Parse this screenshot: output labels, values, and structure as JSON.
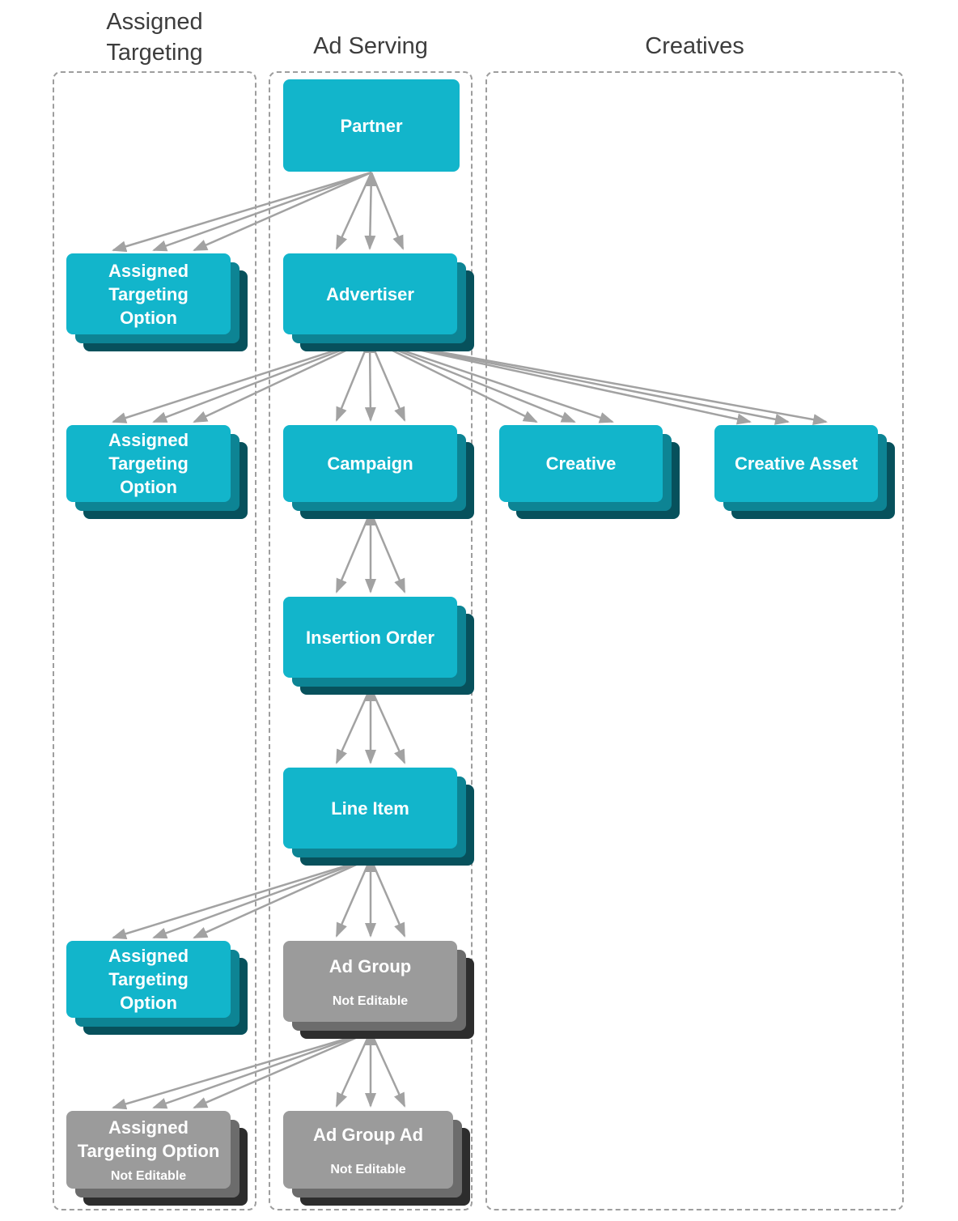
{
  "headers": {
    "assigned_targeting": "Assigned\nTargeting",
    "ad_serving": "Ad Serving",
    "creatives": "Creatives"
  },
  "nodes": {
    "partner": {
      "label": "Partner"
    },
    "ato_partner": {
      "label": "Assigned\nTargeting\nOption"
    },
    "advertiser": {
      "label": "Advertiser"
    },
    "ato_advertiser": {
      "label": "Assigned\nTargeting\nOption"
    },
    "campaign": {
      "label": "Campaign"
    },
    "creative": {
      "label": "Creative"
    },
    "creative_asset": {
      "label": "Creative Asset"
    },
    "insertion_order": {
      "label": "Insertion Order"
    },
    "line_item": {
      "label": "Line Item"
    },
    "ato_line_item": {
      "label": "Assigned\nTargeting\nOption"
    },
    "ad_group": {
      "label": "Ad Group",
      "sublabel": "Not Editable"
    },
    "ato_ad_group": {
      "label": "Assigned\nTargeting Option",
      "sublabel": "Not Editable"
    },
    "ad_group_ad": {
      "label": "Ad Group Ad",
      "sublabel": "Not Editable"
    }
  },
  "colors": {
    "node_editable": "#12b5cb",
    "node_editable_stack_mid": "#0d8494",
    "node_editable_stack_back": "#07515c",
    "node_not_editable": "#9b9b9b",
    "node_not_editable_stack_mid": "#6c6c6c",
    "node_not_editable_stack_back": "#2d2d2d",
    "arrow": "#a2a2a2",
    "column_border": "#9e9e9e",
    "header_text": "#3d3d3d",
    "node_text": "#ffffff"
  }
}
